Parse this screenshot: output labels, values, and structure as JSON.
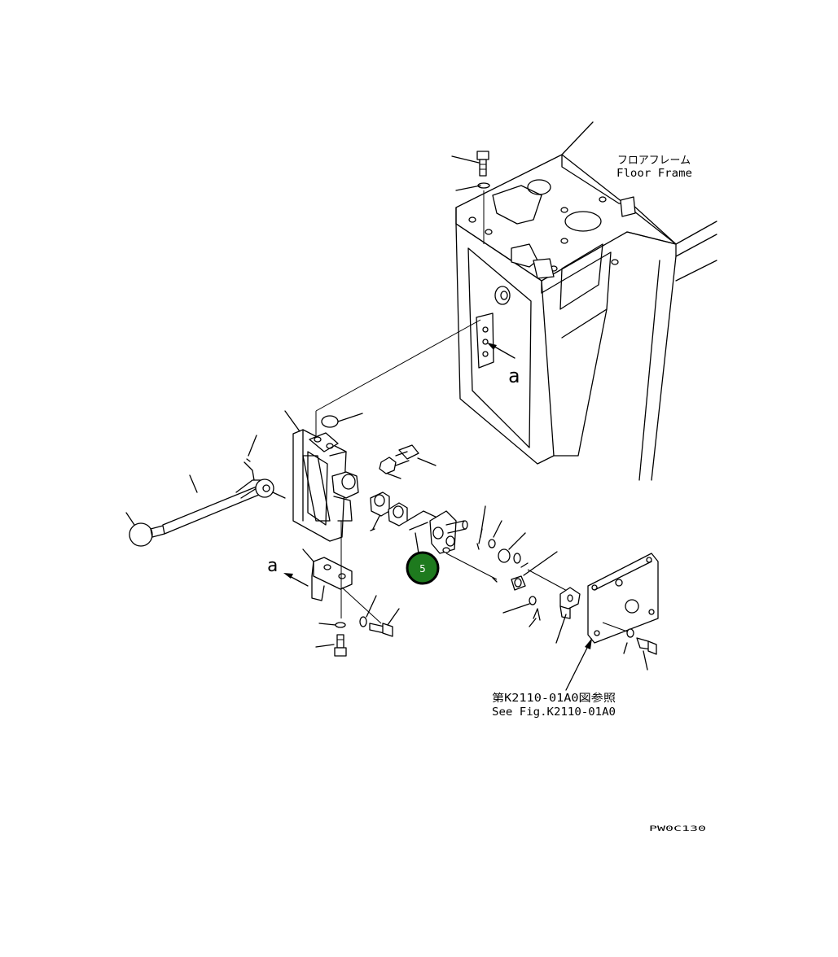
{
  "labels": {
    "floor_frame_jp": "フロアフレーム",
    "floor_frame_en": "Floor Frame",
    "view_a_upper": "a",
    "view_a_lower": "a",
    "see_fig_jp": "第K2110-01A0図参照",
    "see_fig_en": "See Fig.K2110-01A0",
    "figure_code": "PW0C130"
  },
  "callouts": [
    {
      "number": "5",
      "color": "#1e7a1e"
    }
  ],
  "colors": {
    "line": "#000000",
    "background": "#ffffff",
    "callout_fill": "#1e7a1e",
    "callout_ring": "#000000"
  }
}
